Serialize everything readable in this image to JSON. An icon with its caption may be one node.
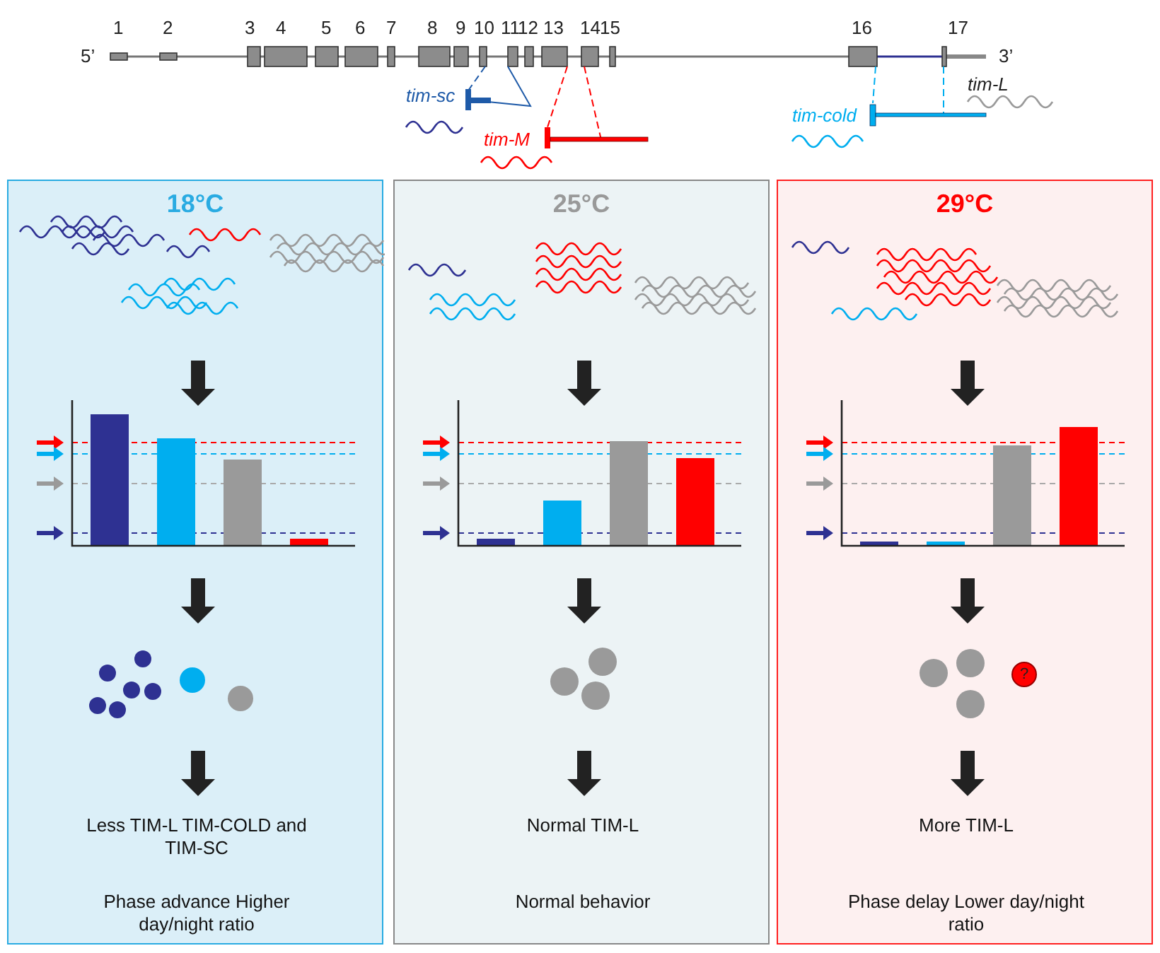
{
  "diagram": {
    "nodes": [
      {
        "text": [
          "18°C",
          "Less TIM-L TIM-COLD and TIM-SC",
          "Phase advance Higher day/night ratio"
        ]
      },
      {
        "text": [
          "25°C",
          "Normal TIM-L",
          "Normal behavior"
        ]
      },
      {
        "text": [
          "29°C",
          "More TIM-L",
          "Phase delay Lower day/night ratio"
        ]
      },
      {
        "text": [
          "?"
        ],
        "in": 2
      }
    ],
    "edges": [],
    "labels": [
      "5’",
      "1",
      "2",
      "3",
      "4",
      "5",
      "6",
      "7",
      "8",
      "9",
      "10",
      "11",
      "12",
      "13",
      "14",
      "15",
      "16",
      "17",
      "3’",
      "tim-sc",
      "tim-M",
      "tim-cold",
      "tim-L"
    ]
  }
}
